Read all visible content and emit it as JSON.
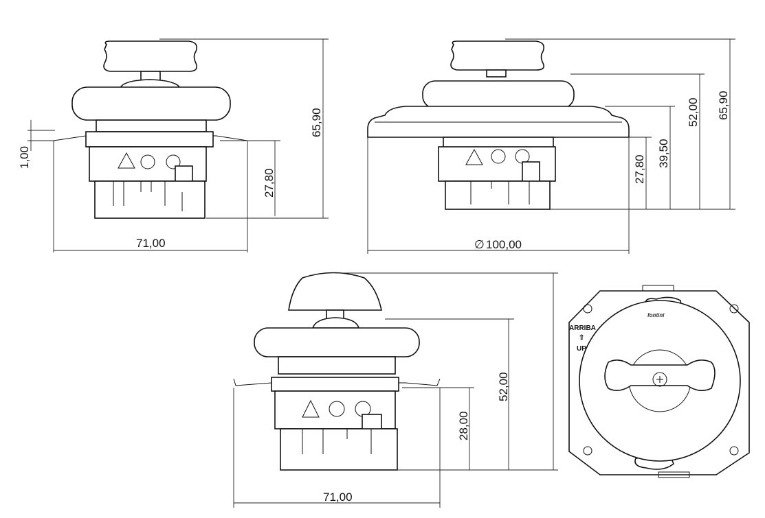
{
  "views": {
    "side_view_1": {
      "height_total": "65,90",
      "height_body": "27,80",
      "plate_thickness": "1,00",
      "width": "71,00"
    },
    "side_view_2": {
      "height_total": "65,90",
      "height_cap": "52,00",
      "height_base": "39,50",
      "height_body": "27,80",
      "diameter": "100,00",
      "diameter_symbol": "∅"
    },
    "side_view_3": {
      "height_total": "52,00",
      "height_body": "28,00",
      "width": "71,00"
    },
    "front_view": {
      "label_es": "ARRIBA",
      "arrow": "⇧",
      "label_en": "UP",
      "logo": "fontini"
    }
  }
}
